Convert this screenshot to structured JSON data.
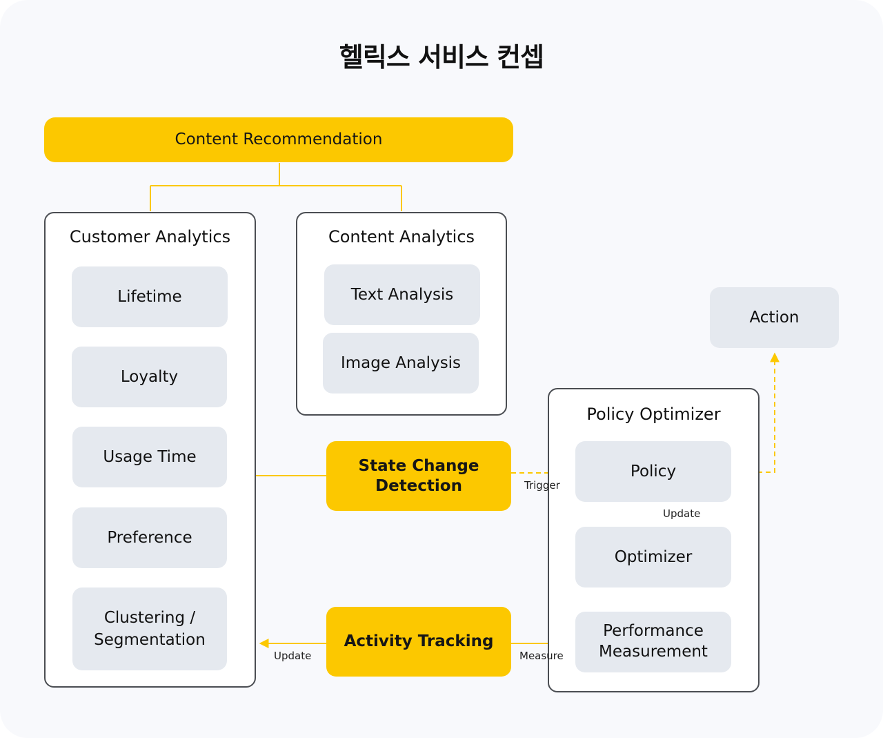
{
  "title": "헬릭스 서비스 컨셉",
  "colors": {
    "accent": "#fcc800",
    "node_fill": "#e5e9ef",
    "group_border": "#4a4d52",
    "canvas": "#f8f9fc"
  },
  "top": {
    "content_recommendation": "Content Recommendation"
  },
  "customer_analytics": {
    "title": "Customer Analytics",
    "items": [
      "Lifetime",
      "Loyalty",
      "Usage Time",
      "Preference",
      "Clustering /\nSegmentation"
    ]
  },
  "content_analytics": {
    "title": "Content Analytics",
    "items": [
      "Text Analysis",
      "Image Analysis"
    ]
  },
  "state_change_detection": "State Change\nDetection",
  "activity_tracking": "Activity Tracking",
  "policy_optimizer": {
    "title": "Policy Optimizer",
    "policy": "Policy",
    "optimizer": "Optimizer",
    "performance_measurement": "Performance\nMeasurement"
  },
  "action": "Action",
  "edge_labels": {
    "trigger": "Trigger",
    "update_policy": "Update",
    "update_customer": "Update",
    "measure": "Measure"
  }
}
